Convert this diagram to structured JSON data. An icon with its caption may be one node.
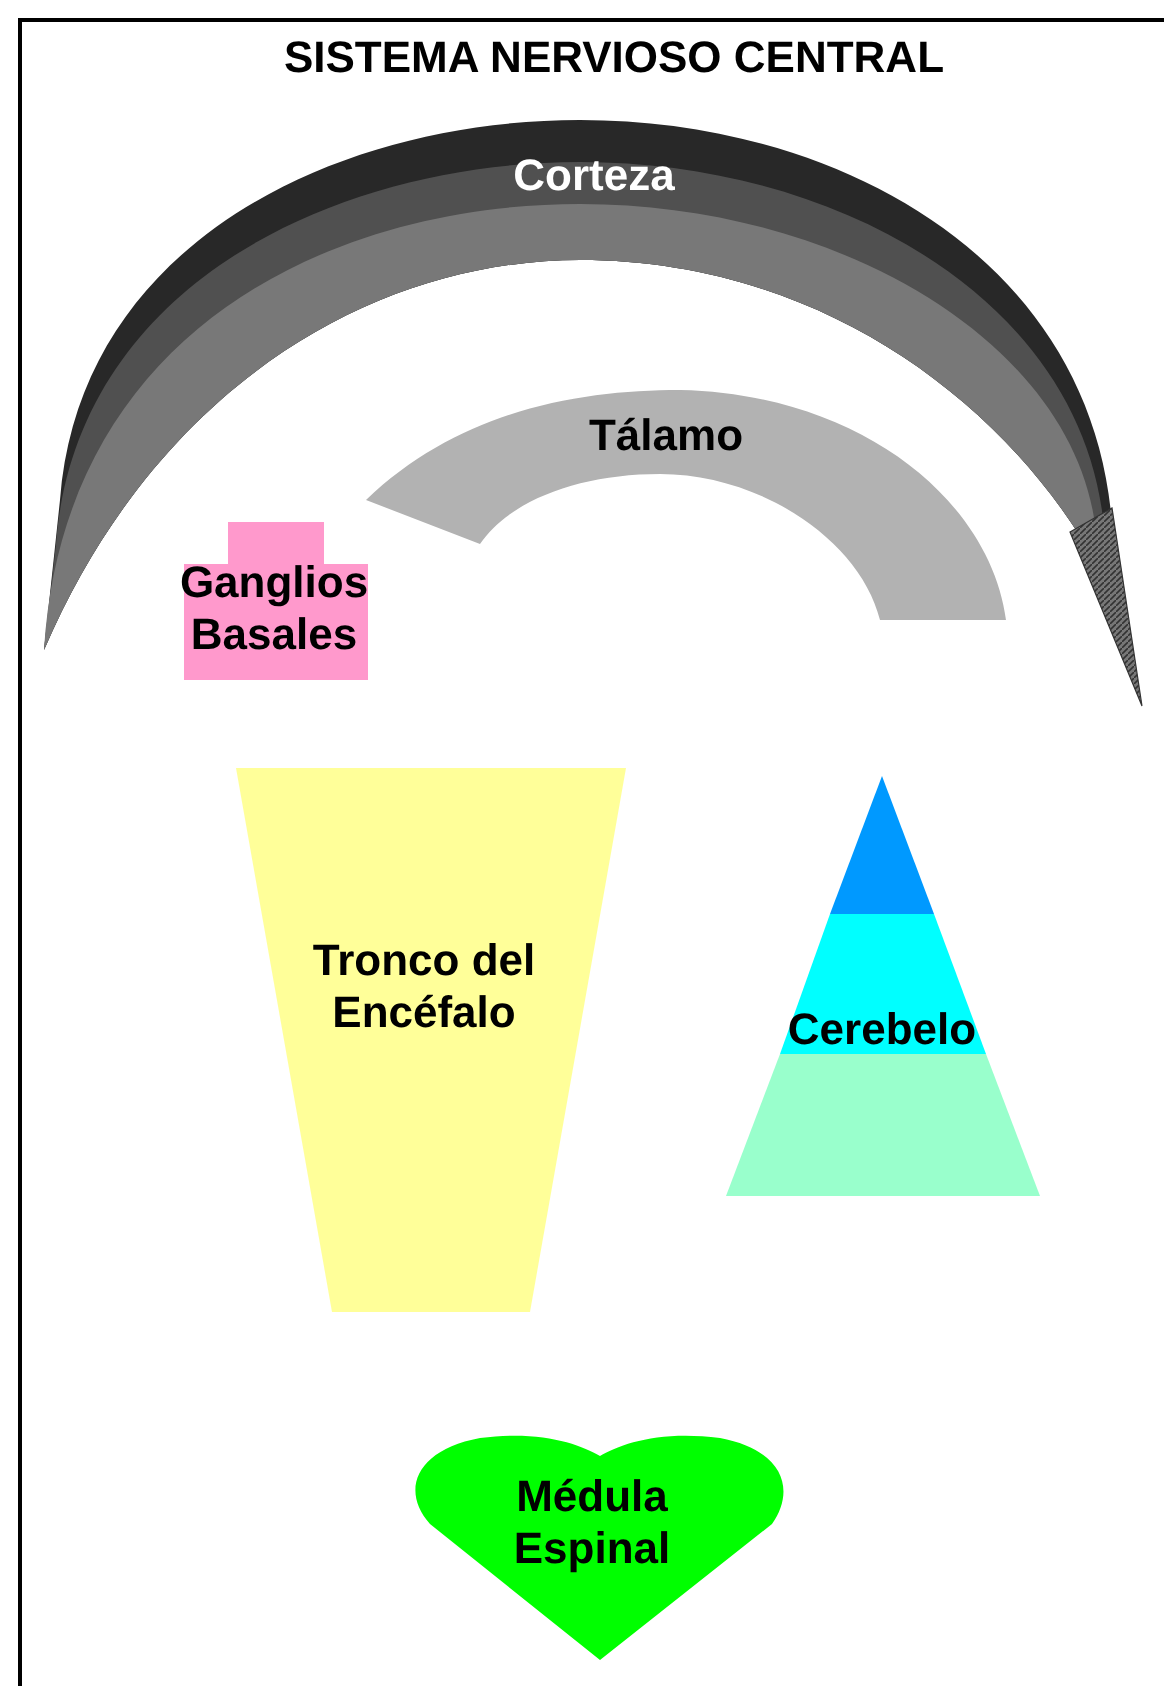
{
  "diagram": {
    "title": "SISTEMA NERVIOSO CENTRAL",
    "nodes": [
      {
        "text": [
          "Corteza"
        ]
      },
      {
        "text": [
          "Tálamo"
        ]
      },
      {
        "text": [
          "Ganglios Basales"
        ]
      },
      {
        "text": [
          "Tronco del Encéfalo"
        ]
      },
      {
        "text": [
          "Cerebelo"
        ]
      },
      {
        "text": [
          "Médula Espinal"
        ]
      }
    ]
  }
}
